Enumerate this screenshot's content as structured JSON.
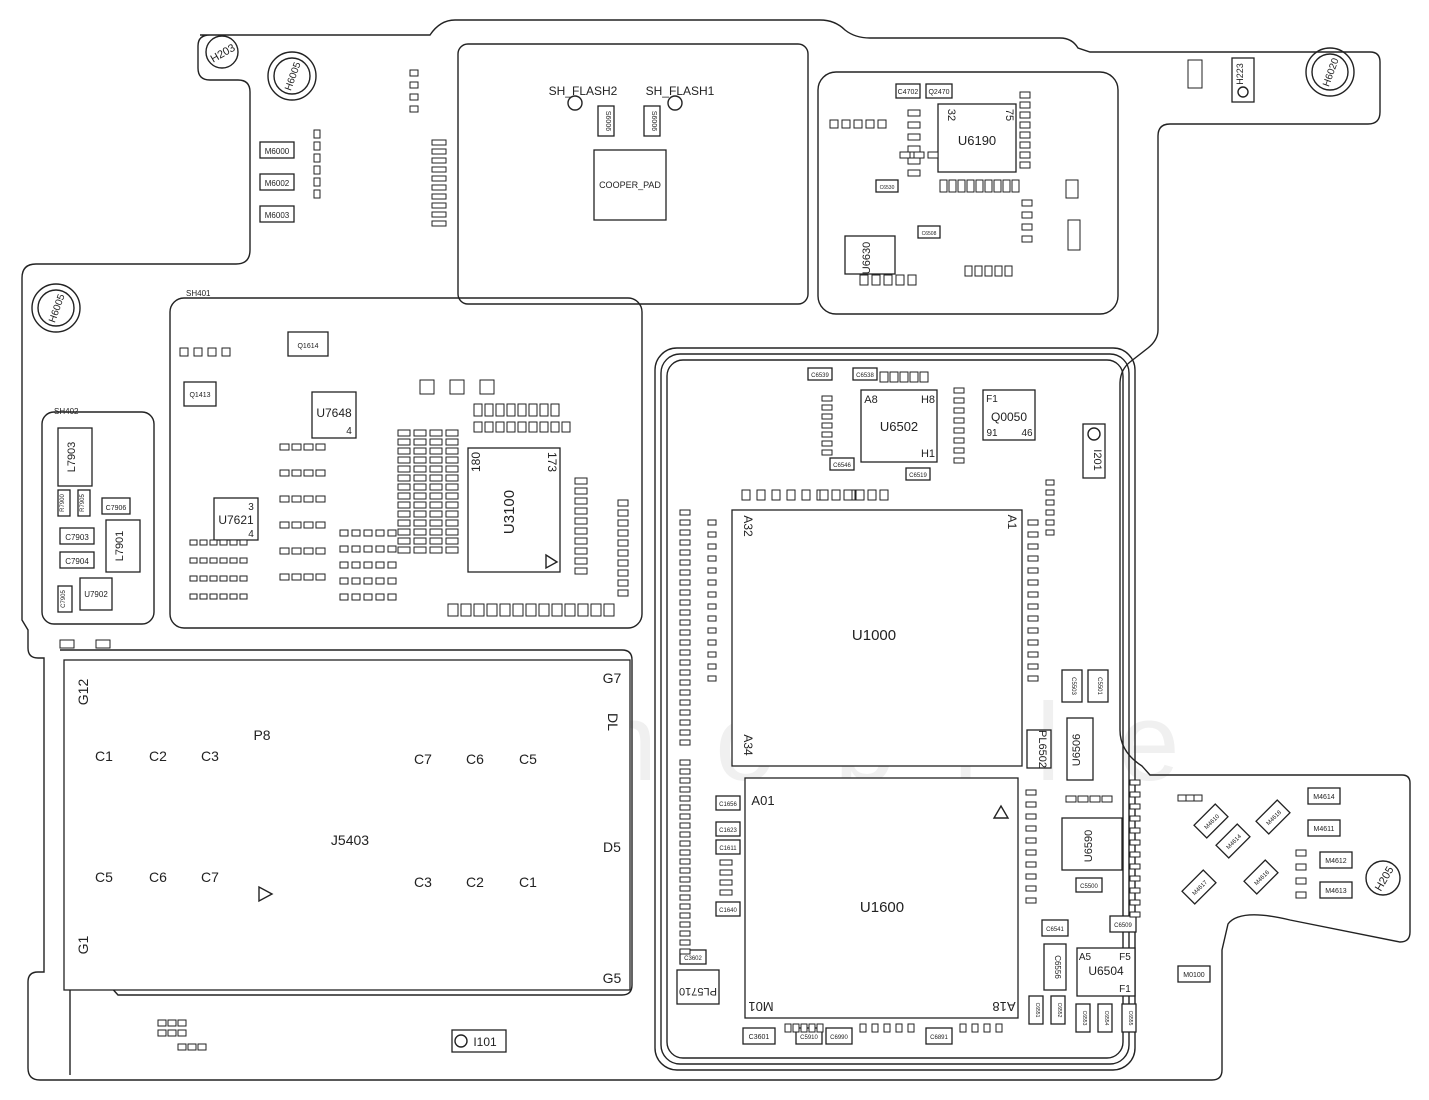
{
  "board": {
    "shields": {
      "sh401": "SH401",
      "sh402": "SH402",
      "sh_flash1": "SH_FLASH1",
      "sh_flash2": "SH_FLASH2"
    },
    "holes": {
      "h203": "H203",
      "h205": "H205",
      "h6005_top": "H6005",
      "h6005_left": "H6005",
      "h6020": "H6020",
      "h223": "H223",
      "i101": "I101",
      "i201": "I201"
    },
    "chips": {
      "u1000": "U1000",
      "u1600": "U1600",
      "u3100": "U3100",
      "u6502": "U6502",
      "u6190": "U6190",
      "u6506": "U6506",
      "u6590": "U6590",
      "u6504": "U6504",
      "u6630": "U6630",
      "u7648": "U7648",
      "u7621": "U7621",
      "u7902": "U7902",
      "q0050": "Q0050",
      "pl6502": "PL6502",
      "pl5710": "PL5710",
      "cooper_pad": "COOPER_PAD"
    },
    "pins": {
      "u1000_a32": "A32",
      "u1000_a1": "A1",
      "u1000_a34": "A34",
      "u1600_a01": "A01",
      "u1600_a18": "A18",
      "u1600_m01": "M01",
      "u6502_a8": "A8",
      "u6502_h8": "H8",
      "u6502_h1": "H1",
      "u3100_180": "180",
      "u3100_173": "173",
      "u6190_32": "32",
      "u6190_75": "75",
      "q0050_f1": "F1",
      "q0050_91": "91",
      "q0050_46": "46",
      "u6504_a5": "A5",
      "u6504_f5": "F5",
      "u6504_f1": "F1",
      "u7648_4": "4",
      "u7621_3": "3",
      "u7621_4": "4"
    },
    "connector": {
      "name": "J5403",
      "p8": "P8",
      "g7": "G7",
      "g12": "G12",
      "dl": "DL",
      "d5": "D5",
      "g1": "G1",
      "g5": "G5",
      "row1": [
        "C1",
        "C2",
        "C3"
      ],
      "row2": [
        "C7",
        "C6",
        "C5"
      ],
      "row3": [
        "C5",
        "C6",
        "C7"
      ],
      "row4": [
        "C3",
        "C2",
        "C1"
      ]
    },
    "left_parts": {
      "l7903": "L7903",
      "l7901": "L7901",
      "c7903": "C7903",
      "c7904": "C7904",
      "c7906": "C7906",
      "r7900": "R7900",
      "r7905": "R7905",
      "c7905": "C7905"
    },
    "top_parts": {
      "m6000": "M6000",
      "m6002": "M6002",
      "m6003": "M6003",
      "s6006a": "S6006",
      "s6006b": "S6006",
      "c4702": "C4702",
      "q2470": "Q2470"
    },
    "small_labels": {
      "q1413": "Q1413",
      "q1614": "Q1614",
      "c6539": "C6539",
      "c6538": "C6538",
      "c6546": "C6546",
      "c6519": "C6519",
      "c6509": "C6509",
      "c6541": "C6541",
      "c5500": "C5500",
      "c3601": "C3601",
      "c5910": "C5910",
      "c6990": "C6990",
      "c6891": "C6891",
      "c1656": "C1656",
      "c1623": "C1623",
      "c1611": "C1611",
      "c1640": "C1640",
      "c3602": "C3602",
      "m0100": "M0100",
      "m4614": "M4614",
      "m4611": "M4611",
      "m4612": "M4612",
      "m4613": "M4613",
      "m4610": "M4610",
      "m4618": "M4618",
      "m4614b": "M4614",
      "m4616": "M4616",
      "m4617": "M4617",
      "c6530": "C6530",
      "c6508": "C6508",
      "c5503": "C5503",
      "c5501": "C5501",
      "c6551": "C6551",
      "c6552": "C6552",
      "c6553": "C6553",
      "c6554": "C6554",
      "c6555": "C6555",
      "c6556": "C6556"
    },
    "watermark": "ictomobile"
  }
}
